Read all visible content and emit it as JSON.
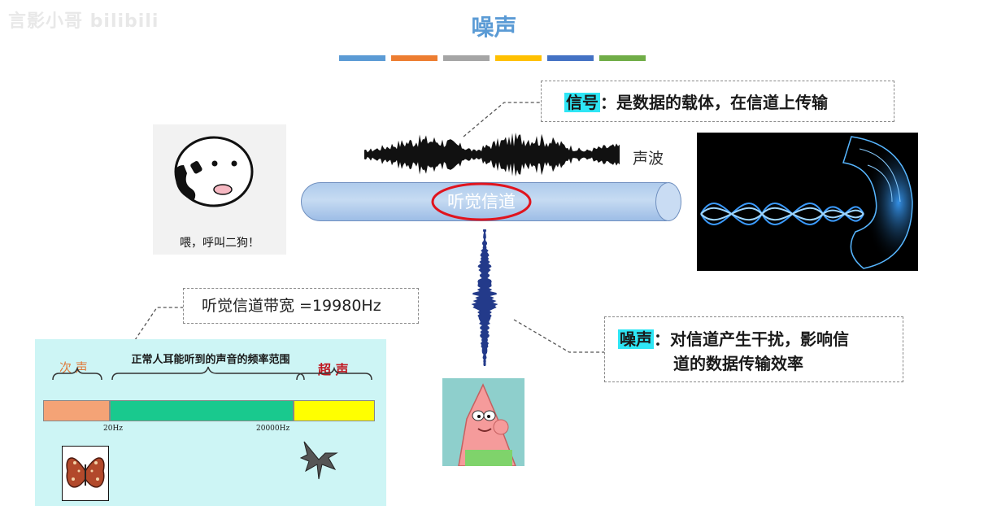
{
  "watermark": "言影小哥 bilibili",
  "slide": {
    "title": "噪声",
    "title_bar_colors": [
      "#5b9bd5",
      "#ed7d31",
      "#a5a5a5",
      "#ffc000",
      "#4472c4",
      "#70ad47"
    ]
  },
  "signal_callout": {
    "term": "信号",
    "definition": "：是数据的载体，在信道上传输"
  },
  "sound_wave_label": "声波",
  "channel_label": "听觉信道",
  "sticker_caption": "喂，呼叫二狗！",
  "bandwidth_label": "听觉信道带宽 =19980Hz",
  "noise_callout": {
    "term": "噪声",
    "line1": "：对信道产生干扰，影响信",
    "line2": "道的数据传输效率"
  },
  "hearing_range": {
    "title": "正常人耳能听到的声音的频率范围",
    "infrasound_label": "次  声",
    "ultrasound_label": "超  声",
    "tick_low": "20Hz",
    "tick_high": "20000Hz",
    "segment_colors": [
      "#f4a376",
      "#19c98e",
      "#ffff00"
    ]
  }
}
